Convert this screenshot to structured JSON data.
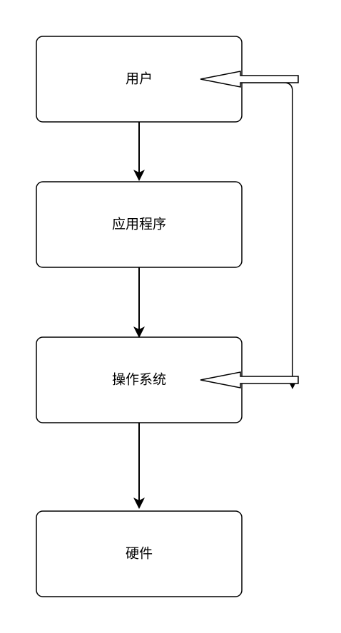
{
  "diagram": {
    "nodes": [
      {
        "id": "user",
        "label": "用户"
      },
      {
        "id": "app",
        "label": "应用程序"
      },
      {
        "id": "os",
        "label": "操作系统"
      },
      {
        "id": "hw",
        "label": "硬件"
      }
    ],
    "edges": [
      {
        "from": "user",
        "to": "app",
        "style": "arrow"
      },
      {
        "from": "app",
        "to": "os",
        "style": "arrow"
      },
      {
        "from": "os",
        "to": "hw",
        "style": "arrow"
      },
      {
        "from": "os",
        "to": "user",
        "style": "hollow-block-arrows"
      }
    ]
  }
}
